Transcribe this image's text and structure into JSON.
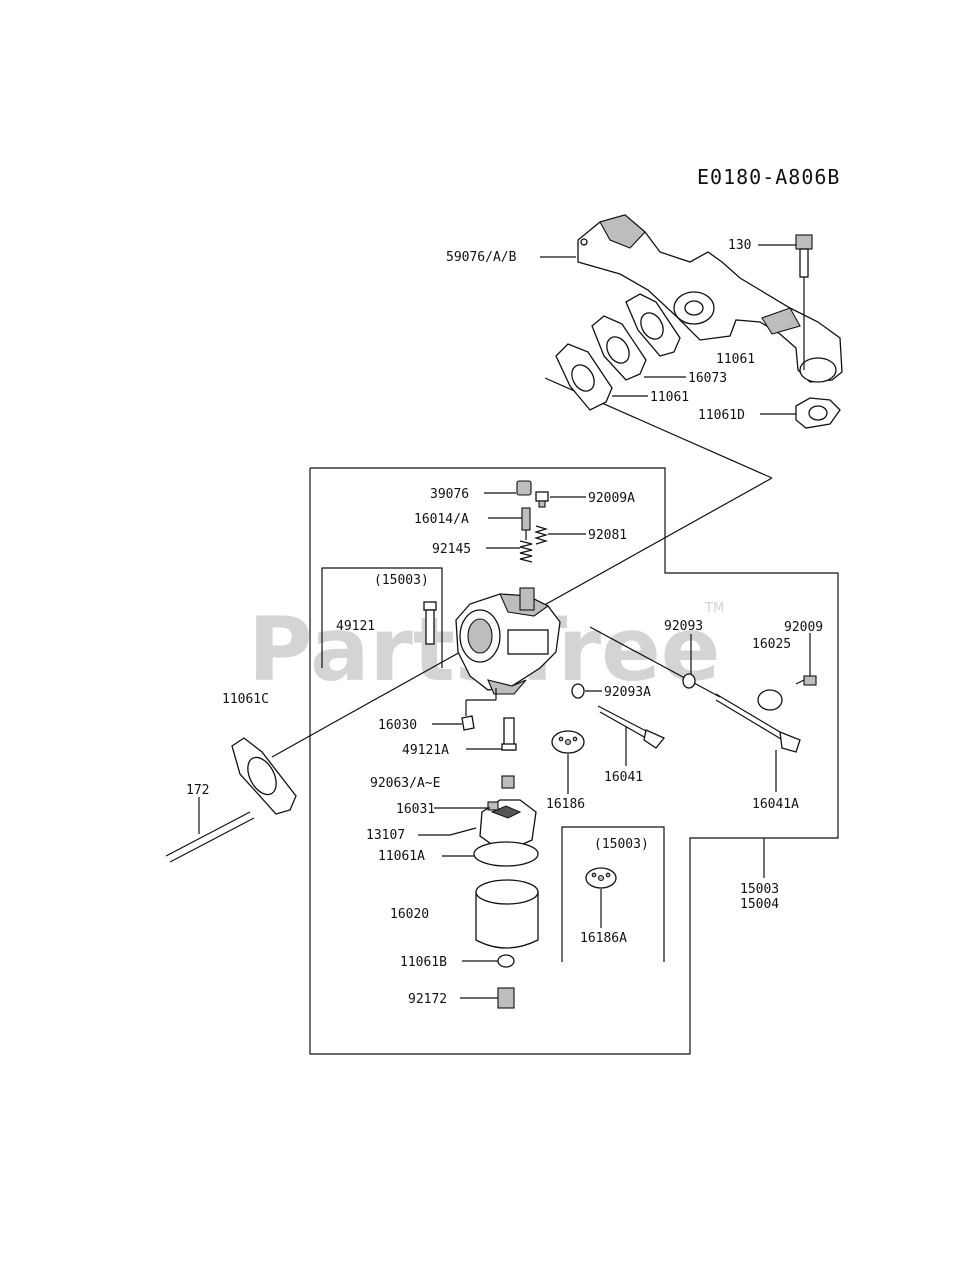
{
  "diagram": {
    "code": "E0180-A806B",
    "watermark": "PartsTree",
    "trademark": "TM",
    "parts": {
      "p59076": "59076/A/B",
      "p130": "130",
      "p11061_manifold": "11061",
      "p16073": "16073",
      "p11061_gasket": "11061",
      "p11061D": "11061D",
      "p39076": "39076",
      "p92009A": "92009A",
      "p16014": "16014/A",
      "p92081": "92081",
      "p92145": "92145",
      "p15003_kit_a": "(15003)",
      "p49121": "49121",
      "p92093": "92093",
      "p92009": "92009",
      "p16025": "16025",
      "p92093A": "92093A",
      "p11061C": "11061C",
      "p16030": "16030",
      "p49121A": "49121A",
      "p16041": "16041",
      "p16186": "16186",
      "p16041A": "16041A",
      "p172": "172",
      "p92063": "92063/A~E",
      "p16031": "16031",
      "p13107": "13107",
      "p11061A": "11061A",
      "p15003_kit_b": "(15003)",
      "p15003": "15003",
      "p15004": "15004",
      "p16020": "16020",
      "p16186A": "16186A",
      "p11061B": "11061B",
      "p92172": "92172"
    }
  }
}
